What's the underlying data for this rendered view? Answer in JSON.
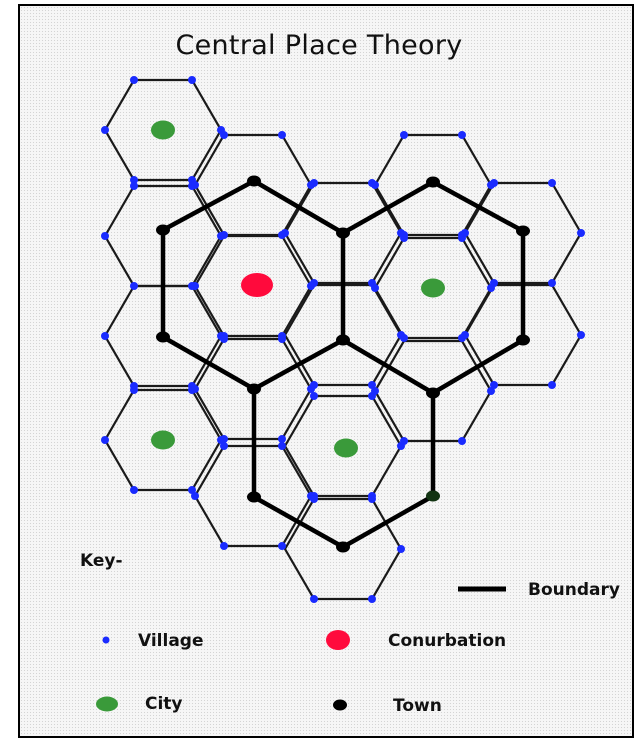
{
  "title": "Central Place Theory",
  "key": {
    "heading": "Key-",
    "items": [
      {
        "label": "Village",
        "kind": "village"
      },
      {
        "label": "Conurbation",
        "kind": "conurbation"
      },
      {
        "label": "City",
        "kind": "city"
      },
      {
        "label": "Town",
        "kind": "town"
      },
      {
        "label": "Boundary",
        "kind": "boundary"
      }
    ]
  },
  "colors": {
    "village": "#1a2bff",
    "city": "#3a9a3a",
    "conurbation": "#ff0a3c",
    "town": "#000000",
    "boundary": "#000000",
    "hex_outline": "#1a1a1a"
  }
}
